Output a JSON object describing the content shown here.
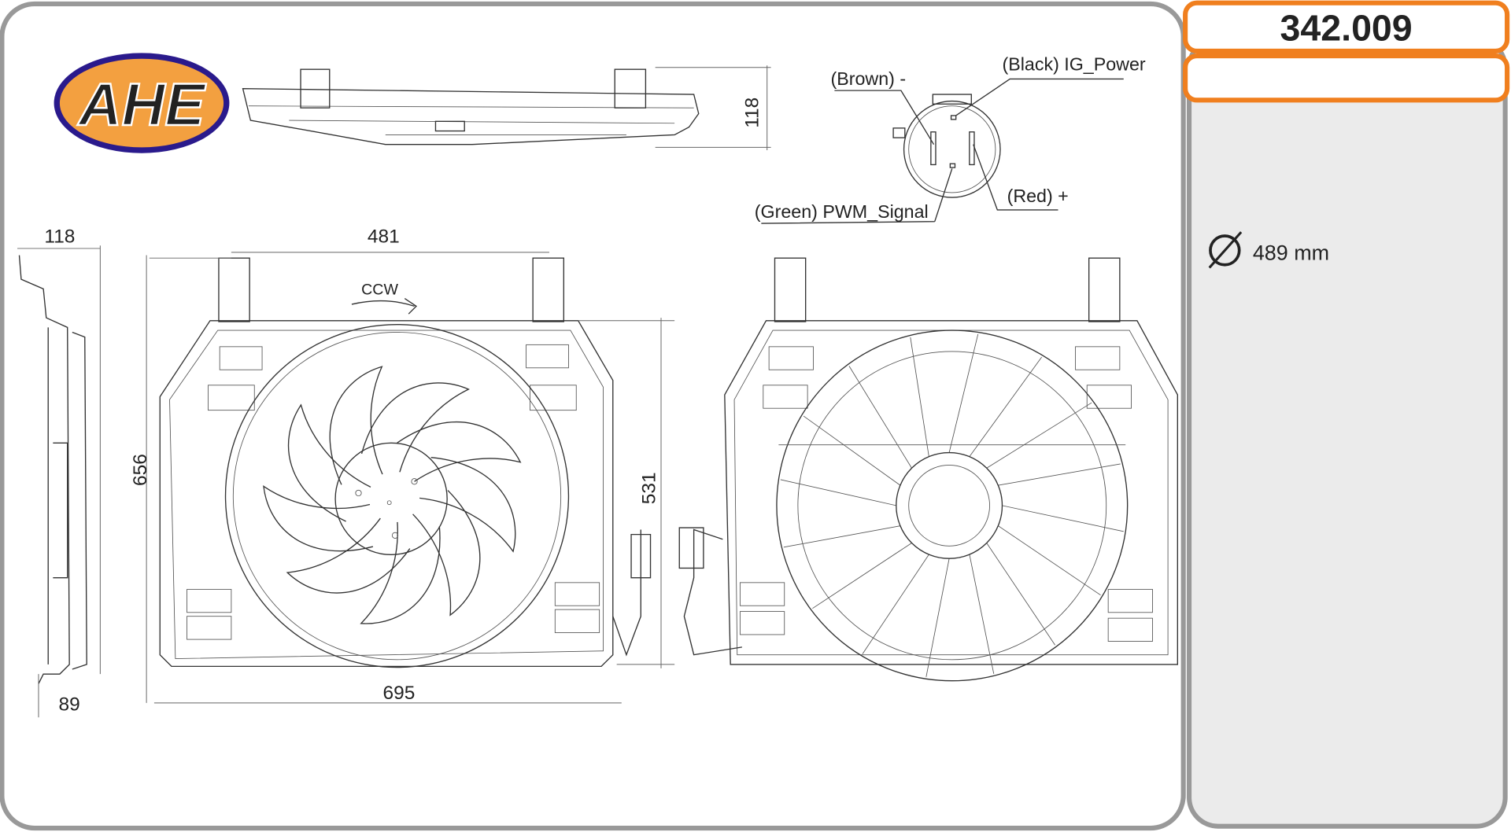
{
  "brand": {
    "logo_text": "AHE",
    "accent": "#f07f1e",
    "logo_fill": "#2a1a8c"
  },
  "part": {
    "number": "342.009",
    "secondary": ""
  },
  "specs": {
    "diameter_icon": "diameter-icon",
    "diameter": "489 mm"
  },
  "connector": {
    "brown": "(Brown) -",
    "black": "(Black) IG_Power",
    "green": "(Green) PWM_Signal",
    "red": "(Red) +"
  },
  "dimensions": {
    "top_depth": "118",
    "side_depth": "118",
    "side_bottom": "89",
    "bracket_span": "481",
    "height": "656",
    "shroud_height": "531",
    "width": "695"
  },
  "rotation": "CCW"
}
